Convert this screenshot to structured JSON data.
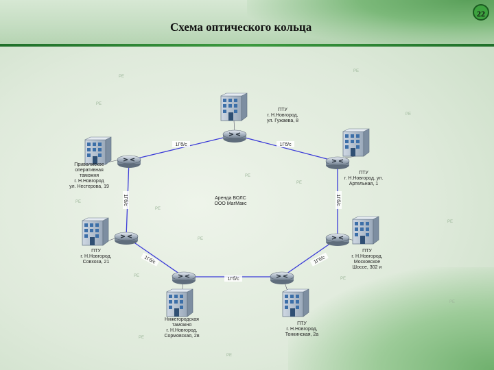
{
  "slide": {
    "title": "Схема оптического кольца",
    "page_number": "22"
  },
  "center_label": [
    "Аренда ВОЛС",
    "ООО МагМакс"
  ],
  "links": [
    {
      "label": "1Гб/с"
    },
    {
      "label": "1Гб/с"
    },
    {
      "label": "1Гб/с"
    },
    {
      "label": "1Гб/с"
    },
    {
      "label": "1Гб/с"
    },
    {
      "label": "1Гб/с"
    },
    {
      "label": "1Гб/с"
    }
  ],
  "nodes": [
    {
      "caption": [
        "ПТУ",
        "г. Н.Новгород,",
        "ул. Гужаева, 8"
      ]
    },
    {
      "caption": [
        "ПТУ",
        "г. Н.Новгород, ул.",
        "Артельная, 1"
      ]
    },
    {
      "caption": [
        "ПТУ",
        "г. Н.Новгород,",
        "Московское",
        "Шоссе, 302 и"
      ]
    },
    {
      "caption": [
        "ПТУ",
        "г. Н.Новгород,",
        "Тонкинская, 2а"
      ]
    },
    {
      "caption": [
        "Нижегородская",
        "таможня",
        "г. Н.Новгород,",
        "Сормовская, 2в"
      ]
    },
    {
      "caption": [
        "ПТУ",
        "г. Н.Новгород,",
        "Совхоза, 21"
      ]
    },
    {
      "caption": [
        "Приволжское",
        "оперативная",
        "таможня",
        "г. Н.Новгород",
        "ул. Нестерова, 19"
      ]
    }
  ],
  "icons": {
    "building": "office-building-icon",
    "router": "router-icon"
  },
  "colors": {
    "link": "#3a3ad8",
    "accent": "#3da23f",
    "header_line": "#1f6f2a"
  }
}
